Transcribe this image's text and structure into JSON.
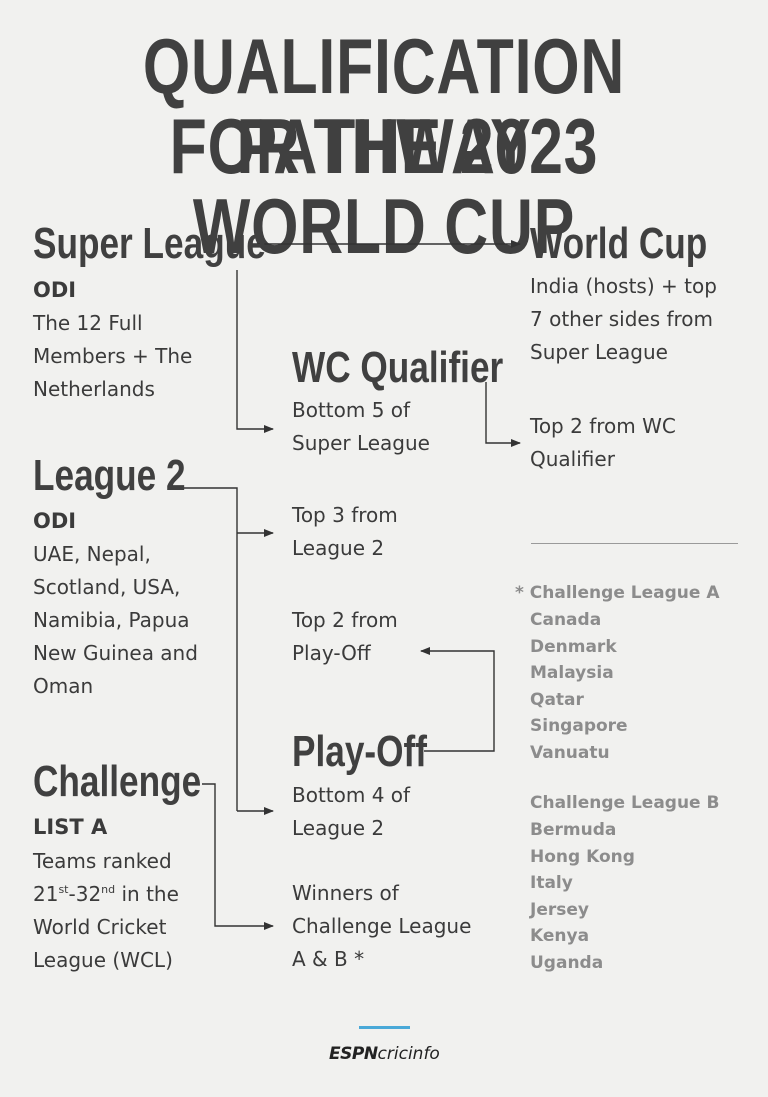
{
  "title_line1": "QUALIFICATION PATHWAY",
  "title_line2": "FOR THE 2023 WORLD CUP",
  "super_league": {
    "heading": "Super League",
    "format": "ODI",
    "lines": [
      "The 12 Full",
      "Members + The",
      "Netherlands"
    ]
  },
  "world_cup": {
    "heading": "World Cup",
    "lines": [
      "India (hosts) + top",
      "7 other sides from",
      "Super League"
    ],
    "qualifier_lines": [
      "Top 2 from WC",
      "Qualifier"
    ]
  },
  "wc_qualifier": {
    "heading": "WC Qualifier",
    "super_league_lines": [
      "Bottom 5 of",
      "Super League"
    ],
    "league2_lines": [
      "Top 3 from",
      "League 2"
    ],
    "playoff_lines": [
      "Top 2 from",
      "Play-Off"
    ]
  },
  "league2": {
    "heading": "League 2",
    "format": "ODI",
    "lines": [
      "UAE, Nepal,",
      "Scotland, USA,",
      "Namibia, Papua",
      "New Guinea and",
      "Oman"
    ]
  },
  "playoff": {
    "heading": "Play-Off",
    "league2_lines": [
      "Bottom 4 of",
      "League 2"
    ],
    "challenge_lines": [
      "Winners of",
      "Challenge League",
      "A & B *"
    ]
  },
  "challenge": {
    "heading": "Challenge",
    "format": "LIST A",
    "line1": "Teams ranked",
    "rank_from": "21",
    "rank_from_suffix": "st",
    "rank_sep": "-32",
    "rank_to_suffix": "nd",
    "rank_tail": " in the",
    "line3": "World Cricket",
    "line4": "League (WCL)"
  },
  "challenge_league_a": {
    "heading": "* Challenge League A",
    "teams": [
      "Canada",
      "Denmark",
      "Malaysia",
      "Qatar",
      "Singapore",
      "Vanuatu"
    ]
  },
  "challenge_league_b": {
    "heading": "Challenge League B",
    "teams": [
      "Bermuda",
      "Hong Kong",
      "Italy",
      "Jersey",
      "Kenya",
      "Uganda"
    ]
  },
  "logo": {
    "part1": "ESPN",
    "part2": "cricinfo"
  },
  "colors": {
    "text": "#3b3b3b",
    "grey": "#8c8c8c",
    "accent": "#4aa9d8",
    "background": "#f1f1ef"
  }
}
